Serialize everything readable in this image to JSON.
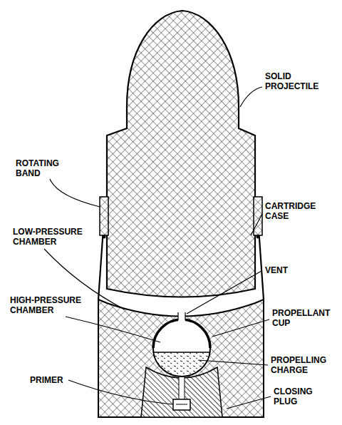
{
  "diagram": {
    "labels": [
      "SOLID PROJECTILE",
      "ROTATING BAND",
      "CARTRIDGE CASE",
      "LOW-PRESSURE CHAMBER",
      "VENT",
      "HIGH-PRESSURE CHAMBER",
      "PROPELLANT CUP",
      "PROPELLING CHARGE",
      "PRIMER",
      "CLOSING PLUG"
    ]
  }
}
